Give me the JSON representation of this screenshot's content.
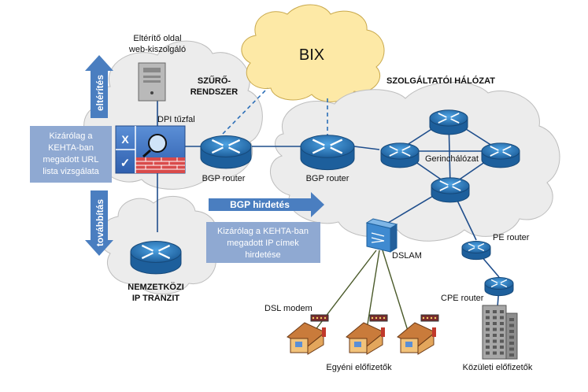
{
  "labels": {
    "web_server": [
      "Eltérítő oldal",
      "web-kiszolgáló"
    ],
    "filter_system": [
      "SZŰRŐ-",
      "RENDSZER"
    ],
    "bix": "BIX",
    "provider_network": "SZOLGÁLTATÓI HÁLÓZAT",
    "dpi_firewall": "DPI tűzfal",
    "bgp_router_left": "BGP router",
    "bgp_router_mid": "BGP router",
    "backbone": "Gerinchálózat",
    "pe_router": "PE router",
    "cpe_router": "CPE router",
    "dslam": "DSLAM",
    "dsl_modem": "DSL modem",
    "intl_transit": [
      "NEMZETKÖZI",
      "IP TRANZIT"
    ],
    "individual_subscribers": "Egyéni előfizetők",
    "business_subscribers": "Közületi előfizetők"
  },
  "arrows": {
    "redirect": "eltérítés",
    "forward": "továbbítás",
    "bgp_advert": "BGP hirdetés"
  },
  "notes": {
    "url_check": [
      "Kizárólag a",
      "KEHTA-ban",
      "megadott URL",
      "lista vizsgálata"
    ],
    "ip_advert": [
      "Kizárólag  a KEHTA-ban",
      "megadott IP címek",
      "hirdetése"
    ]
  },
  "firewall_marks": {
    "cross": "X",
    "check": "✓"
  },
  "colors": {
    "router_blue": "#1f6fb5",
    "arrow_blue": "#4a7ec0",
    "note_blue": "#8fa9d2",
    "cloud_bix": "#fde9a6",
    "cloud_grey": "#ededed",
    "firewall_red": "#d94b4b"
  }
}
